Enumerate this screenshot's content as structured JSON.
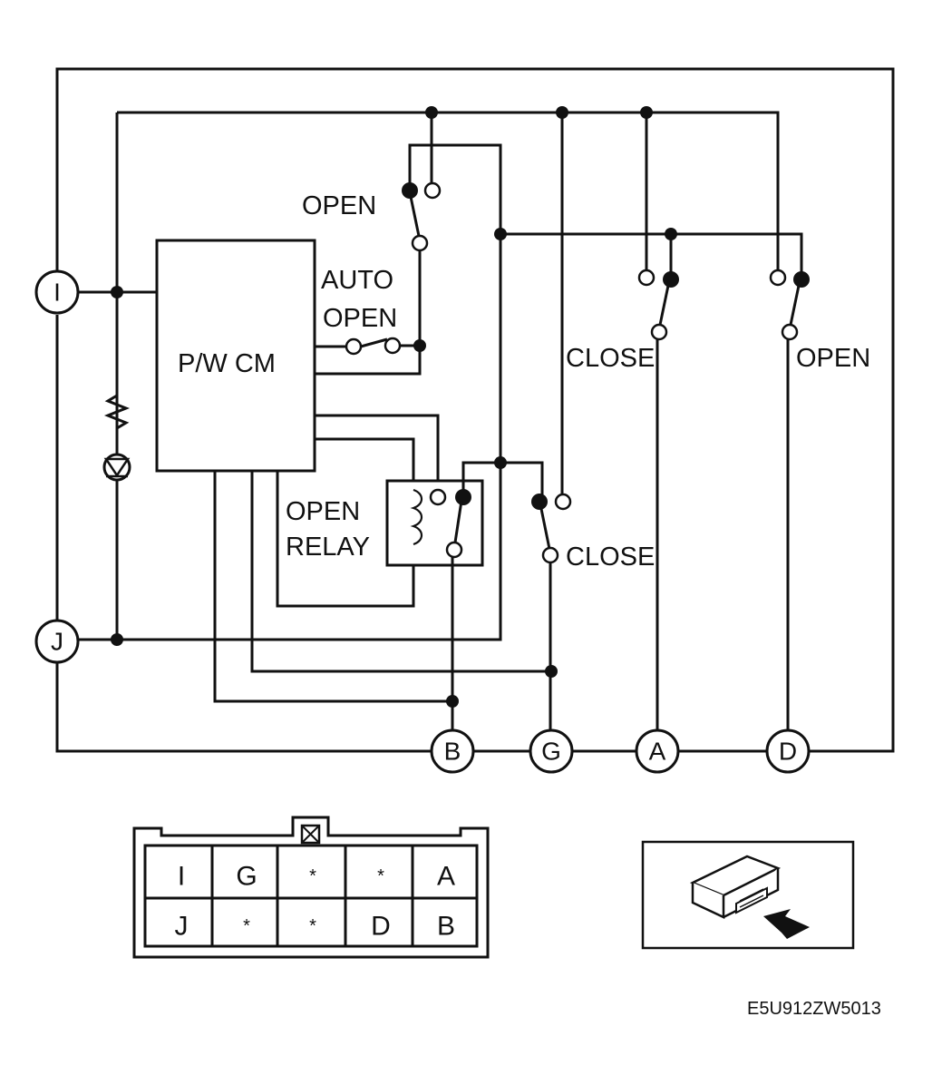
{
  "diagram": {
    "module_label": "P/W CM",
    "relay_label": [
      "OPEN",
      "RELAY"
    ],
    "switch_labels": {
      "top_open": "OPEN",
      "auto_open": [
        "AUTO",
        "OPEN"
      ],
      "close_upper": "CLOSE",
      "open_right": "OPEN",
      "close_lower": "CLOSE"
    },
    "terminals": [
      "I",
      "J",
      "B",
      "G",
      "A",
      "D"
    ]
  },
  "connector": {
    "row1": [
      "I",
      "G",
      "*",
      "*",
      "A"
    ],
    "row2": [
      "J",
      "*",
      "*",
      "D",
      "B"
    ]
  },
  "figure_code": "E5U912ZW5013",
  "colors": {
    "line": "#111111",
    "background": "#ffffff"
  }
}
